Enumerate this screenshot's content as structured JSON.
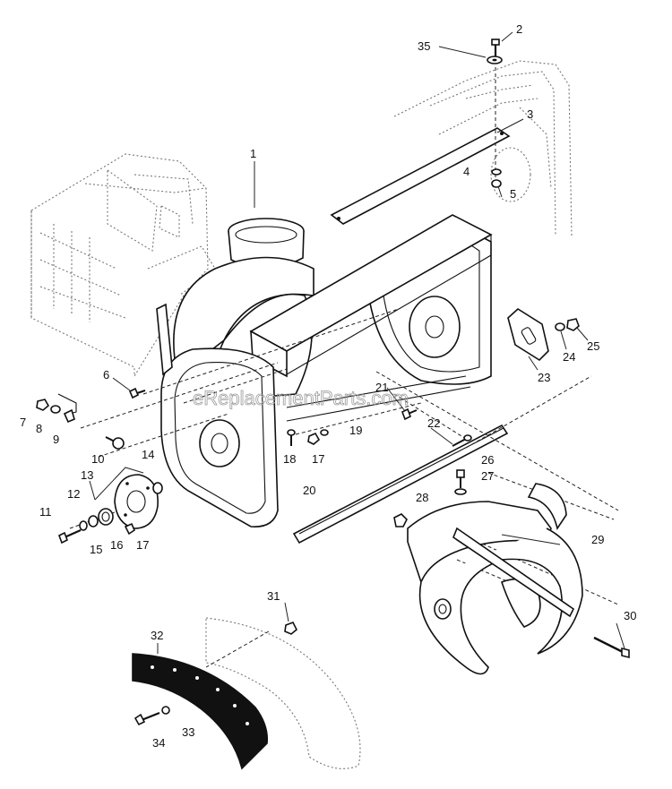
{
  "watermark": "eReplacementParts.com",
  "labels": [
    {
      "id": "1",
      "text": "1"
    },
    {
      "id": "2",
      "text": "2"
    },
    {
      "id": "3",
      "text": "3"
    },
    {
      "id": "4",
      "text": "4"
    },
    {
      "id": "5",
      "text": "5"
    },
    {
      "id": "6",
      "text": "6"
    },
    {
      "id": "7",
      "text": "7"
    },
    {
      "id": "8",
      "text": "8"
    },
    {
      "id": "9",
      "text": "9"
    },
    {
      "id": "10",
      "text": "10"
    },
    {
      "id": "11",
      "text": "11"
    },
    {
      "id": "12",
      "text": "12"
    },
    {
      "id": "13",
      "text": "13"
    },
    {
      "id": "14",
      "text": "14"
    },
    {
      "id": "15",
      "text": "15"
    },
    {
      "id": "16",
      "text": "16"
    },
    {
      "id": "17a",
      "text": "17"
    },
    {
      "id": "17b",
      "text": "17"
    },
    {
      "id": "18",
      "text": "18"
    },
    {
      "id": "19",
      "text": "19"
    },
    {
      "id": "20",
      "text": "20"
    },
    {
      "id": "21",
      "text": "21"
    },
    {
      "id": "22",
      "text": "22"
    },
    {
      "id": "23",
      "text": "23"
    },
    {
      "id": "24",
      "text": "24"
    },
    {
      "id": "25",
      "text": "25"
    },
    {
      "id": "26",
      "text": "26"
    },
    {
      "id": "27",
      "text": "27"
    },
    {
      "id": "28",
      "text": "28"
    },
    {
      "id": "29",
      "text": "29"
    },
    {
      "id": "30",
      "text": "30"
    },
    {
      "id": "31",
      "text": "31"
    },
    {
      "id": "32",
      "text": "32"
    },
    {
      "id": "33",
      "text": "33"
    },
    {
      "id": "34",
      "text": "34"
    },
    {
      "id": "35",
      "text": "35"
    }
  ]
}
